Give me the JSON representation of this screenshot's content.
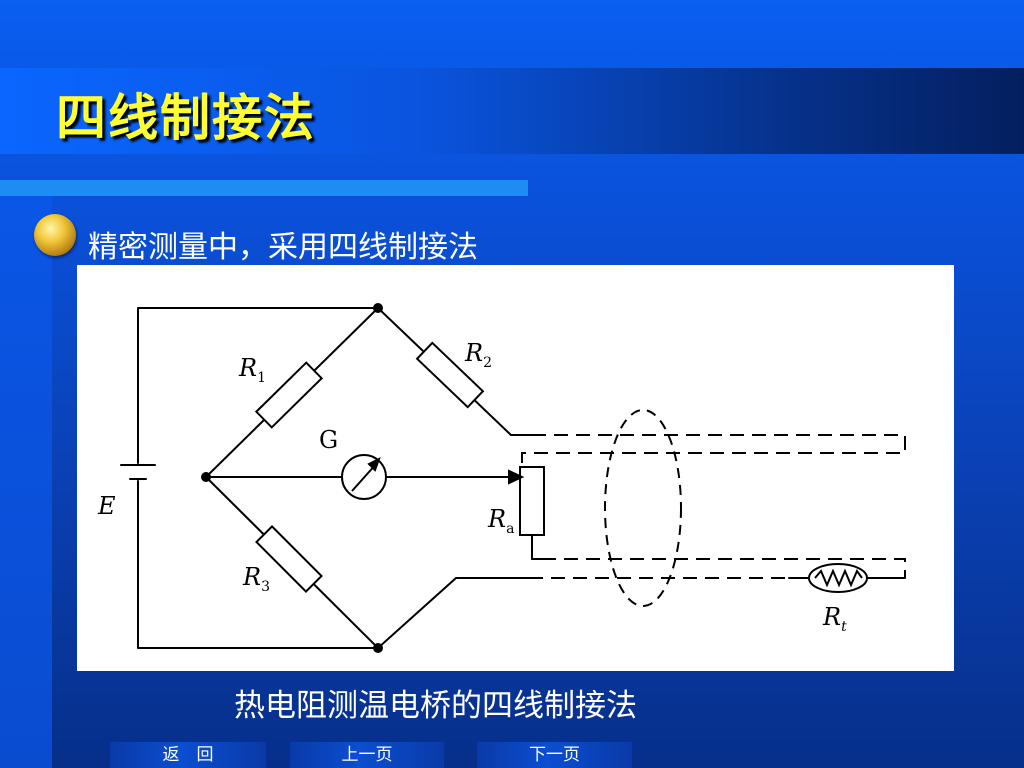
{
  "slide": {
    "title": "四线制接法",
    "bullet_text": "精密测量中，采用四线制接法",
    "caption": "热电阻测温电桥的四线制接法"
  },
  "diagram": {
    "labels": {
      "r1": "R",
      "r1_sub": "1",
      "r2": "R",
      "r2_sub": "2",
      "r3": "R",
      "r3_sub": "3",
      "ra": "R",
      "ra_sub": "a",
      "rt": "R",
      "rt_sub": "t",
      "g": "G",
      "e": "E"
    }
  },
  "nav": {
    "back_label": "返　回",
    "prev_label": "上一页",
    "next_label": "下一页"
  },
  "colors": {
    "title_text": "#ffff33",
    "background": "#0a4fd6",
    "accent_bar": "#1e8cf5"
  }
}
